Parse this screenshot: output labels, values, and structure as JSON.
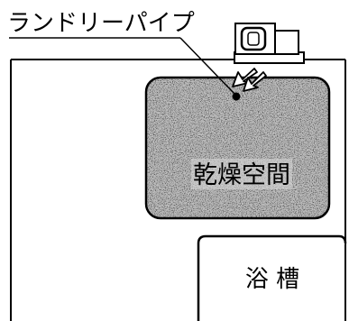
{
  "labels": {
    "pipe": "ランドリーパイプ",
    "drying_space": "乾燥空間",
    "bathtub": "浴 槽"
  },
  "colors": {
    "line": "#000000",
    "texture_dark": "#2a2a2a",
    "texture_light": "#cfcfcf",
    "background": "#ffffff"
  },
  "icons": {
    "airflow": "airflow-arrows-icon",
    "duct": "duct-outlet-icon"
  }
}
